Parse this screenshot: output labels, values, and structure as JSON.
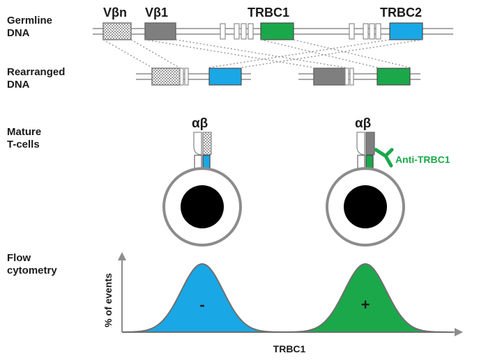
{
  "labels": {
    "germline": [
      "Germline",
      "DNA"
    ],
    "rearranged": [
      "Rearranged",
      "DNA"
    ],
    "mature": [
      "Mature",
      "T-cells"
    ],
    "flow": [
      "Flow",
      "cytometry"
    ]
  },
  "genes": {
    "vbn": "Vβn",
    "vb1": "Vβ1",
    "trbc1": "TRBC1",
    "trbc2": "TRBC2"
  },
  "tcr": {
    "chain_label_left": "αβ",
    "chain_label_right": "αβ",
    "antibody_label": "Anti-TRBC1"
  },
  "flow": {
    "y_axis_label": "% of events",
    "x_axis_label": "TRBC1",
    "negative_sign": "-",
    "positive_sign": "+"
  },
  "colors": {
    "trbc1": "#1aa84a",
    "trbc2": "#1aa7e6",
    "vb1": "#7f7f7f",
    "negative_peak": "#1aa7e6",
    "positive_peak": "#1aa84a",
    "antibody": "#1aa84a"
  }
}
